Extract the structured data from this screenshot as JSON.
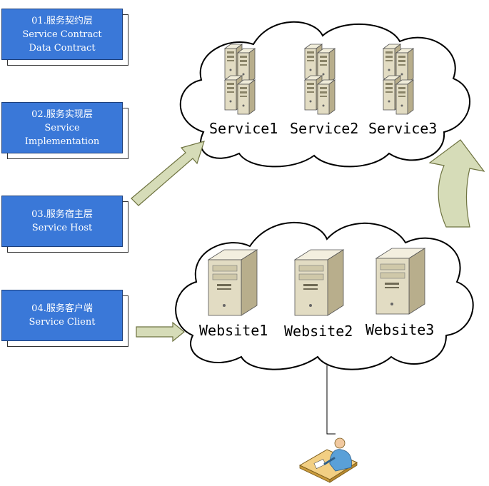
{
  "layers": [
    {
      "lines": [
        "01.服务契约层",
        "Service Contract",
        "Data Contract"
      ]
    },
    {
      "lines": [
        "02.服务实现层",
        "Service",
        "Implementation"
      ]
    },
    {
      "lines": [
        "03.服务宿主层",
        "Service Host"
      ]
    },
    {
      "lines": [
        "04.服务客户端",
        "Service Client"
      ]
    }
  ],
  "service_cloud": {
    "labels": [
      "Service1",
      "Service2",
      "Service3"
    ]
  },
  "website_cloud": {
    "labels": [
      "Website1",
      "Website2",
      "Website3"
    ]
  },
  "colors": {
    "layer_fill": "#3a78d8",
    "arrow_fill": "#d6dcb8",
    "arrow_stroke": "#6e7340",
    "server_body": "#e2dcc3",
    "server_shade": "#b8ae8c"
  }
}
